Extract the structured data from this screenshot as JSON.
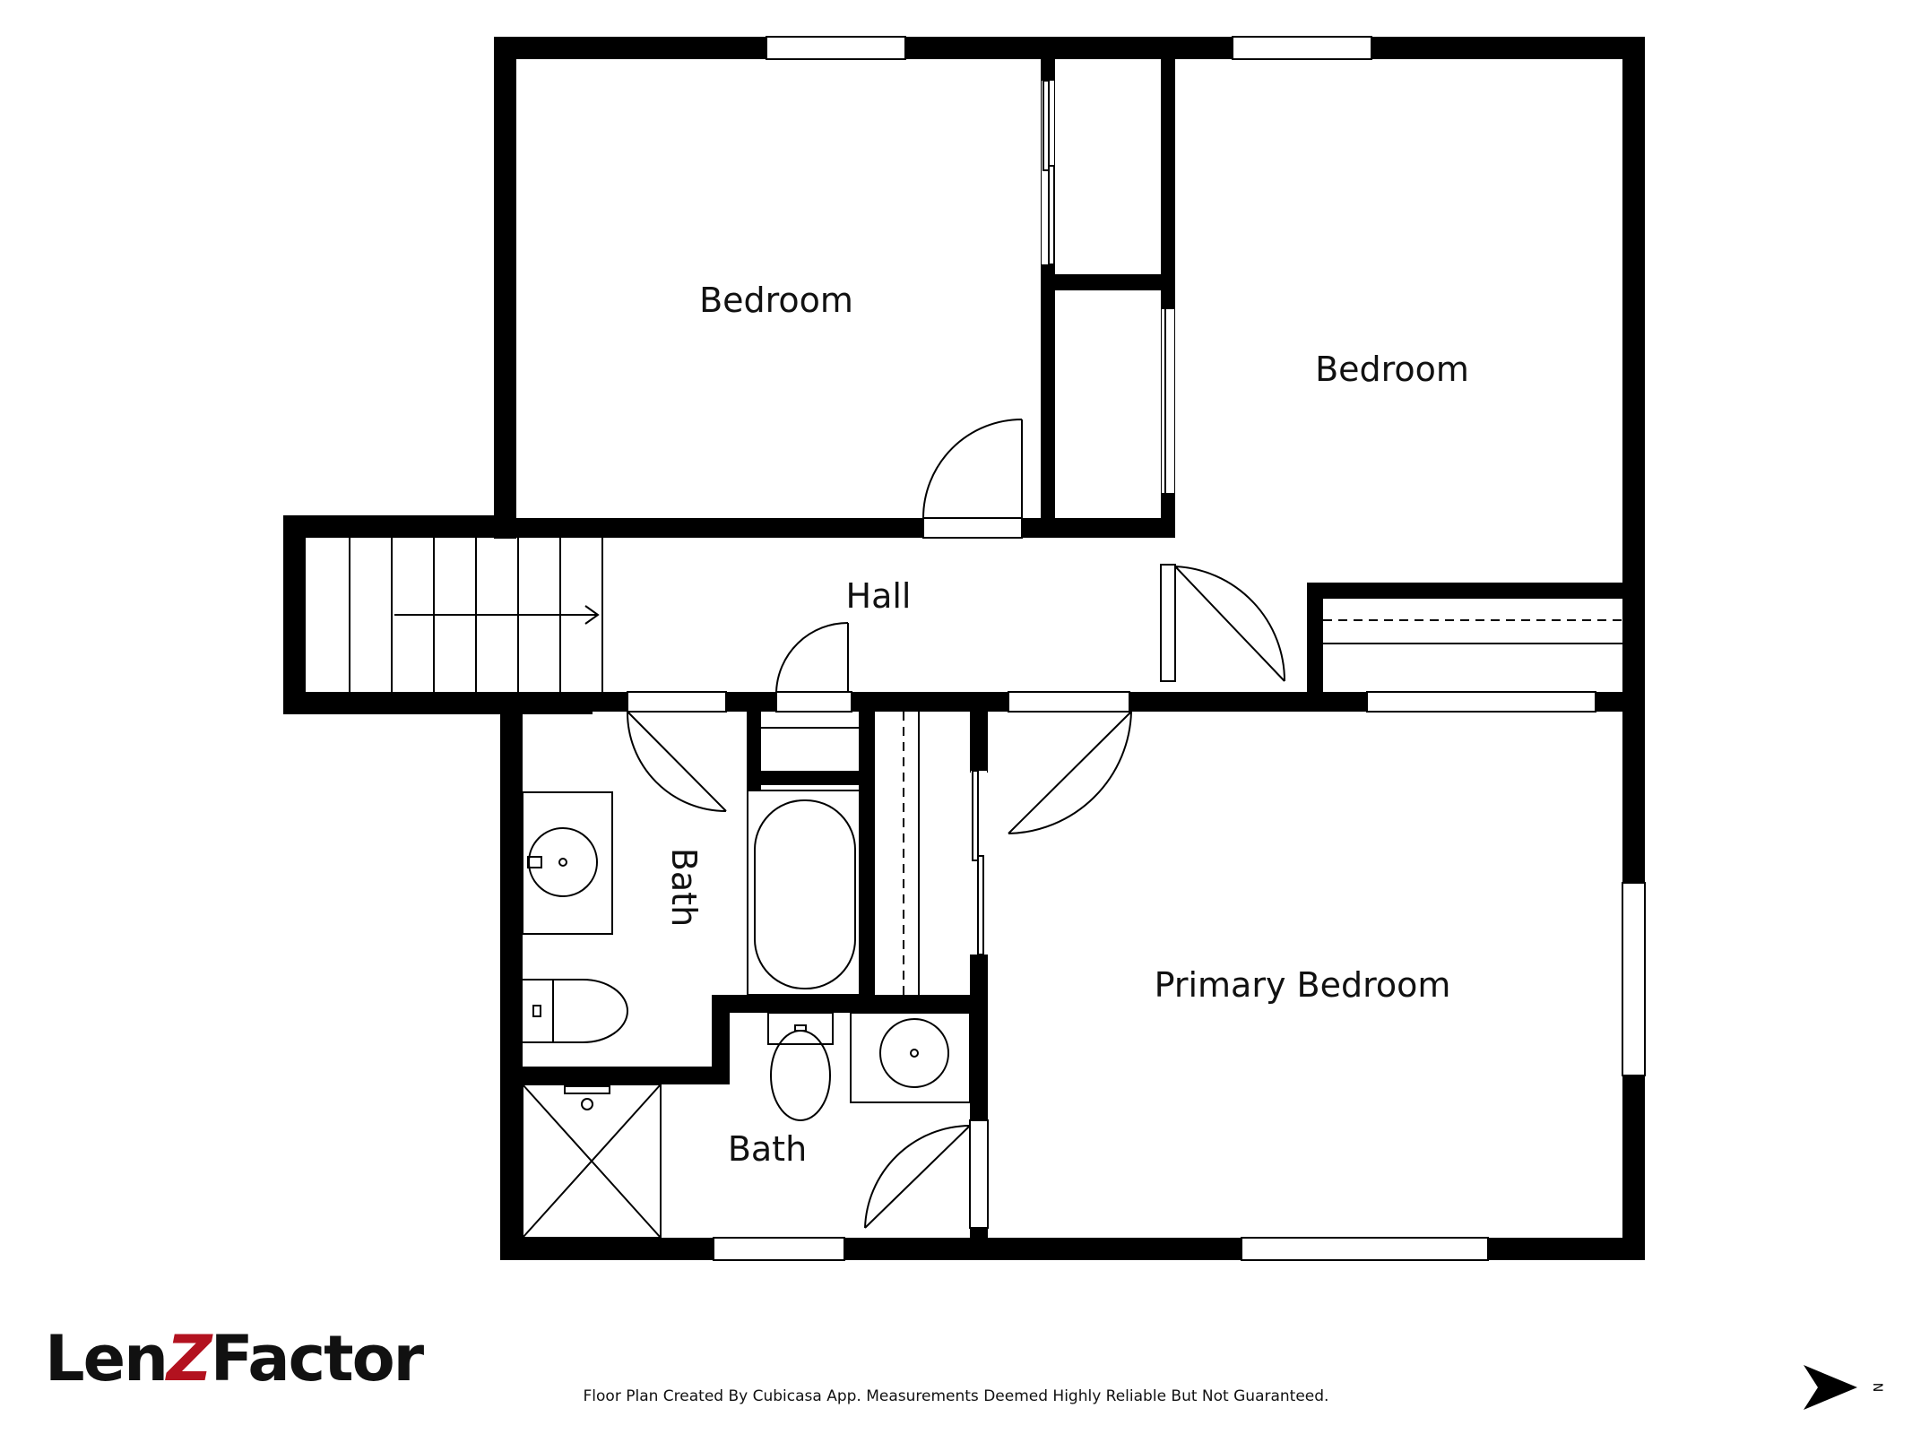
{
  "rooms": {
    "bedroom_left": "Bedroom",
    "bedroom_right": "Bedroom",
    "hall": "Hall",
    "bath_upper": "Bath",
    "bath_lower": "Bath",
    "primary_bedroom": "Primary Bedroom"
  },
  "branding": {
    "logo_part1": "Len",
    "logo_part2": "Z",
    "logo_part3": "Factor",
    "disclaimer": "Floor Plan Created By Cubicasa App. Measurements Deemed Highly Reliable But Not Guaranteed."
  },
  "compass": {
    "direction": "N"
  },
  "colors": {
    "wall": "#000000",
    "logo_accent": "#b3121f"
  }
}
